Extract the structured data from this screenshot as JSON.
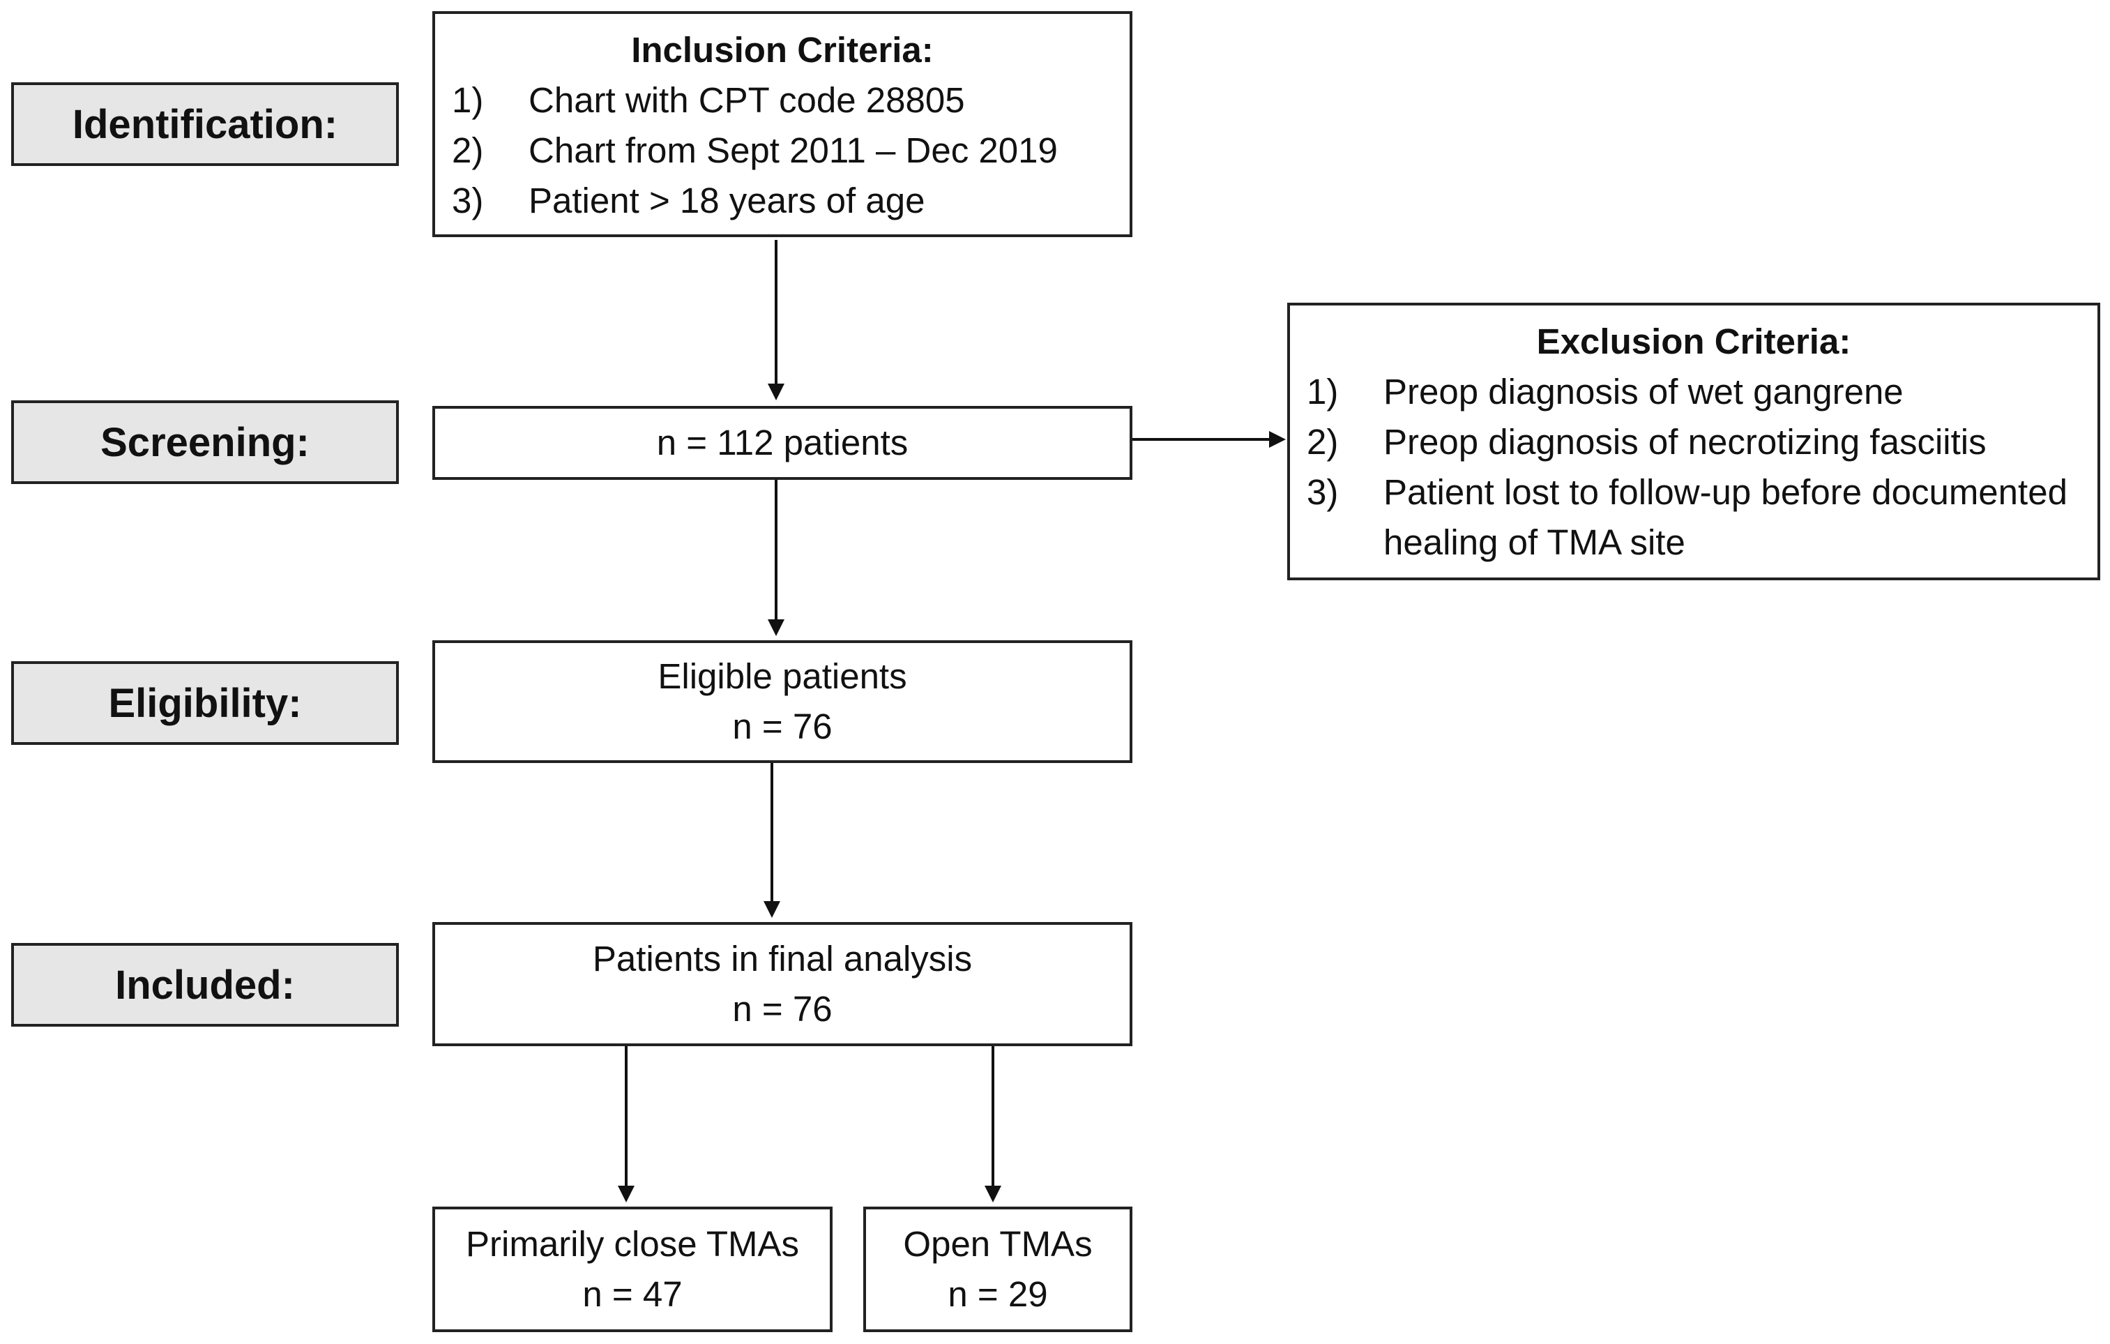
{
  "stages": {
    "identification": "Identification:",
    "screening": "Screening:",
    "eligibility": "Eligibility:",
    "included": "Included:"
  },
  "inclusion": {
    "title": "Inclusion Criteria:",
    "items": [
      {
        "num": "1)",
        "text": "Chart with CPT code 28805"
      },
      {
        "num": "2)",
        "text": "Chart from Sept 2011 – Dec 2019"
      },
      {
        "num": "3)",
        "text": "Patient > 18 years of age"
      }
    ]
  },
  "screening_box": {
    "text": "n = 112 patients"
  },
  "exclusion": {
    "title": "Exclusion Criteria:",
    "items": [
      {
        "num": "1)",
        "text": "Preop diagnosis of wet gangrene"
      },
      {
        "num": "2)",
        "text": "Preop diagnosis of necrotizing fasciitis"
      },
      {
        "num": "3)",
        "text": "Patient lost to follow-up before documented healing of TMA site"
      }
    ]
  },
  "eligible_box": {
    "label": "Eligible patients",
    "n": "n = 76"
  },
  "final_box": {
    "label": "Patients in final analysis",
    "n": "n = 76"
  },
  "closed_box": {
    "label": "Primarily close TMAs",
    "n": "n = 47"
  },
  "open_box": {
    "label": "Open TMAs",
    "n": "n = 29"
  }
}
